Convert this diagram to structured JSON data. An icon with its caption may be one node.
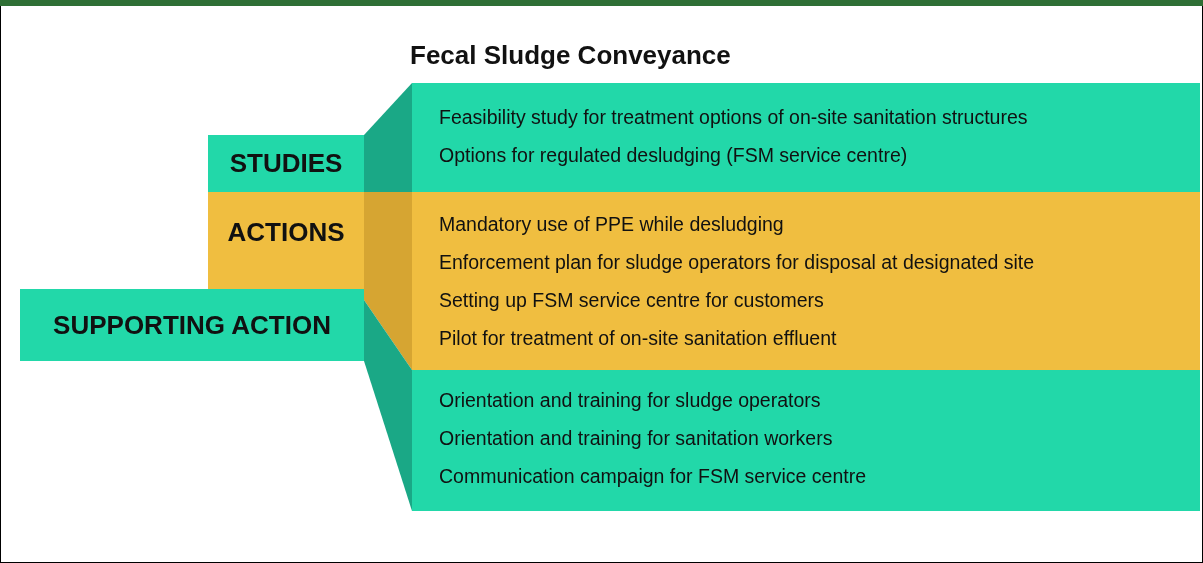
{
  "diagram": {
    "title": "Fecal Sludge Conveyance",
    "nodes": [
      {
        "text": [
          "STUDIES"
        ]
      },
      {
        "text": [
          "Feasibility study for treatment options of on-site sanitation structures",
          "Options for regulated desludging (FSM service centre)"
        ]
      },
      {
        "text": [
          "ACTIONS"
        ]
      },
      {
        "text": [
          "Mandatory use of PPE while desludging",
          "Enforcement plan for sludge operators for disposal at designated site",
          "Setting up FSM service centre for customers",
          "Pilot for treatment of on-site sanitation effluent"
        ]
      },
      {
        "text": [
          "SUPPORTING ACTION"
        ]
      },
      {
        "text": [
          "Orientation and training for sludge operators",
          "Orientation and training for sanitation workers",
          "Communication campaign for FSM service centre"
        ]
      }
    ],
    "edges": [
      {
        "from": 0,
        "to": 1,
        "arrow": "none"
      },
      {
        "from": 2,
        "to": 3,
        "arrow": "none",
        "color": "#d6a532"
      },
      {
        "from": 4,
        "to": 5,
        "arrow": "none"
      }
    ]
  }
}
